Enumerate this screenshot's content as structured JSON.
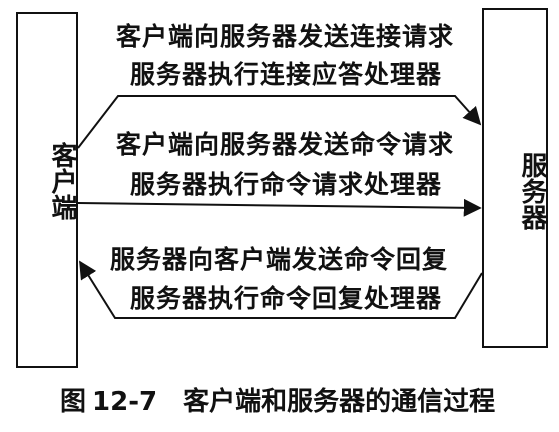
{
  "client_label": "客户端",
  "server_label": "服务器",
  "flows": {
    "connect_request": {
      "line1": "客户端向服务器发送连接请求",
      "line2": "服务器执行连接应答处理器"
    },
    "command_request": {
      "line1": "客户端向服务器发送命令请求",
      "line2": "服务器执行命令请求处理器"
    },
    "command_reply": {
      "line1": "服务器向客户端发送命令回复",
      "line2": "服务器执行命令回复处理器"
    }
  },
  "figure": {
    "label": "图",
    "number": "12-7",
    "title": "客户端和服务器的通信过程"
  }
}
